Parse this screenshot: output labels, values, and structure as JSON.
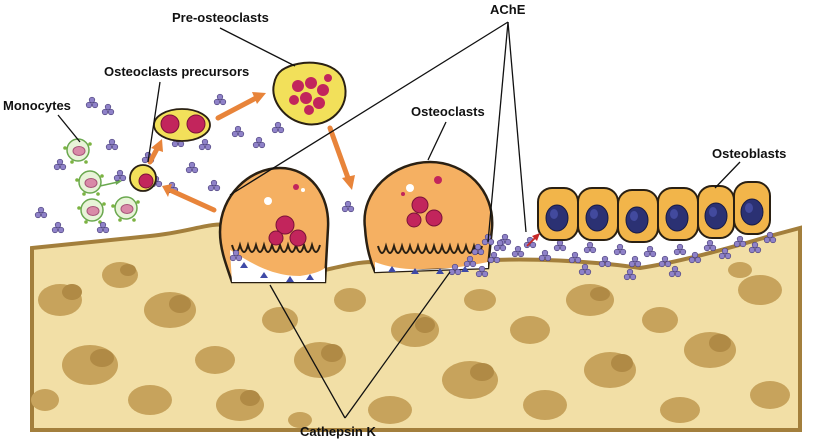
{
  "labels": {
    "pre_osteoclasts": "Pre-osteoclasts",
    "osteoclasts_precursors": "Osteoclasts precursors",
    "monocytes": "Monocytes",
    "osteoclasts": "Osteoclasts",
    "ache": "AChE",
    "osteoblasts": "Osteoblasts",
    "cathepsin_k": "Cathepsin K"
  },
  "colors": {
    "bone_matrix": "#f2dfa6",
    "bone_pore": "#c7a35c",
    "bone_surface": "#a37f3c",
    "osteoclast_fill": "#f5b062",
    "osteoclast_nucleus": "#c2255c",
    "osteoblast_fill": "#f2b54a",
    "osteoblast_nucleus": "#2b3173",
    "pre_osteoclast_fill": "#f2e05a",
    "monocyte_fill": "#e8f3d8",
    "ache_molecule": "#8f82c8",
    "arrow": "#e8843a",
    "resorption_membrane": "#2a2013"
  }
}
